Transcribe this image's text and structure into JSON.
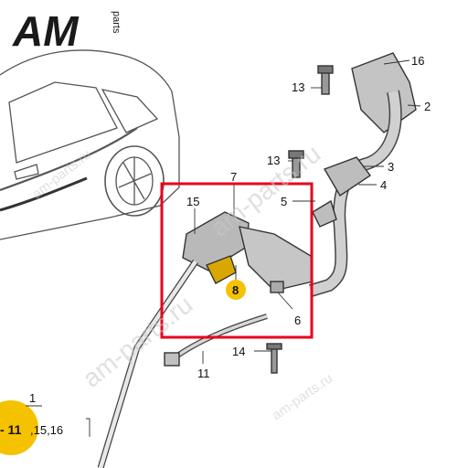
{
  "logo": {
    "main": "AM",
    "sub": "parts"
  },
  "watermarks": [
    {
      "id": "wm-1",
      "text": "am-parts.ru"
    },
    {
      "id": "wm-2",
      "text": "am-parts.ru"
    },
    {
      "id": "wm-3",
      "text": "am-parts.ru"
    },
    {
      "id": "wm-4",
      "text": "am-parts.ru"
    }
  ],
  "callouts": [
    {
      "id": "16",
      "text": "16"
    },
    {
      "id": "13a",
      "text": "13"
    },
    {
      "id": "2",
      "text": "2"
    },
    {
      "id": "13b",
      "text": "13"
    },
    {
      "id": "3",
      "text": "3"
    },
    {
      "id": "7",
      "text": "7"
    },
    {
      "id": "4",
      "text": "4"
    },
    {
      "id": "15",
      "text": "15"
    },
    {
      "id": "5",
      "text": "5"
    },
    {
      "id": "8",
      "text": "8"
    },
    {
      "id": "6",
      "text": "6"
    },
    {
      "id": "14",
      "text": "14"
    },
    {
      "id": "11",
      "text": "11"
    }
  ],
  "reference": {
    "label": "1",
    "range_start": "- 11",
    "range_rest": ",15,16"
  },
  "colors": {
    "highlight": "#e8001c",
    "badge": "#f5c200",
    "line": "#333333",
    "component": "#b9b9b9"
  }
}
